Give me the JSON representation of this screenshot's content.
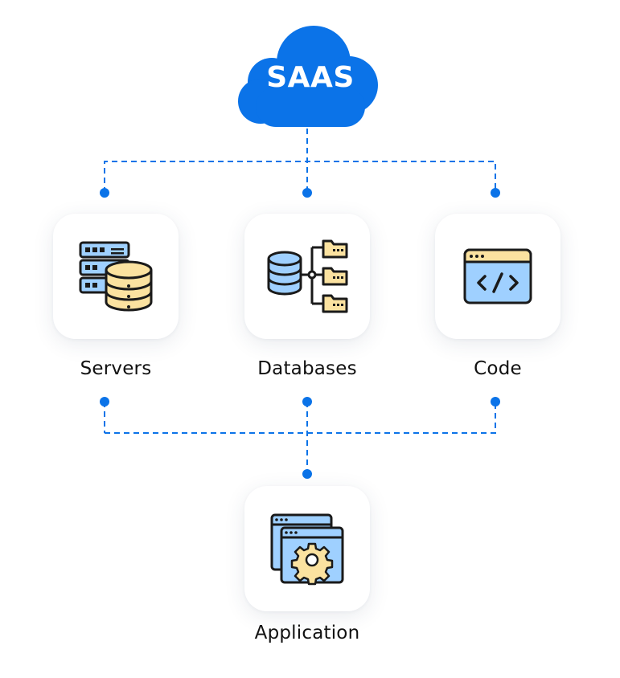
{
  "root": {
    "label": "SAAS",
    "color": "#0b73e8"
  },
  "nodes": [
    {
      "id": "servers",
      "label": "Servers",
      "icon": "server-database-icon"
    },
    {
      "id": "databases",
      "label": "Databases",
      "icon": "database-tree-icon"
    },
    {
      "id": "code",
      "label": "Code",
      "icon": "code-window-icon"
    }
  ],
  "output": {
    "label": "Application",
    "icon": "application-settings-icon"
  },
  "colors": {
    "connector": "#0b73e8",
    "icon_outline": "#1a1a1a",
    "icon_blue": "#9fd0ff",
    "icon_yellow": "#fbe2a0"
  }
}
